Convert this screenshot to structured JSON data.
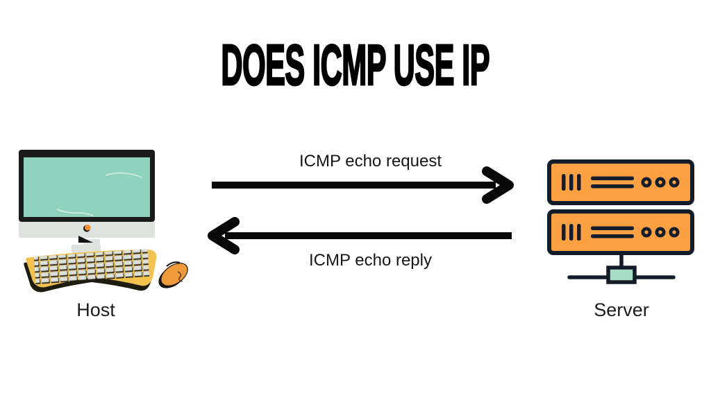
{
  "title": "DOES ICMP USE IP",
  "diagram": {
    "host": {
      "label": "Host"
    },
    "server": {
      "label": "Server"
    },
    "messages": [
      {
        "label": "ICMP echo request",
        "direction": "host-to-server"
      },
      {
        "label": "ICMP echo reply",
        "direction": "server-to-host"
      }
    ]
  },
  "colors": {
    "background": "#ffffff",
    "text": "#111111",
    "arrow": "#0a0a0a",
    "screen_teal": "#8fd2bd",
    "monitor_frame": "#1b1b1b",
    "monitor_body_gray": "#dfe3df",
    "keyboard_yellow": "#f2c14e",
    "key_gray": "#dde0d8",
    "mouse_orange": "#f09a3c",
    "server_orange": "#fba144",
    "server_outline": "#131c28",
    "connector_mint": "#a5dcc4",
    "shadow_dark": "#1e1c10"
  }
}
